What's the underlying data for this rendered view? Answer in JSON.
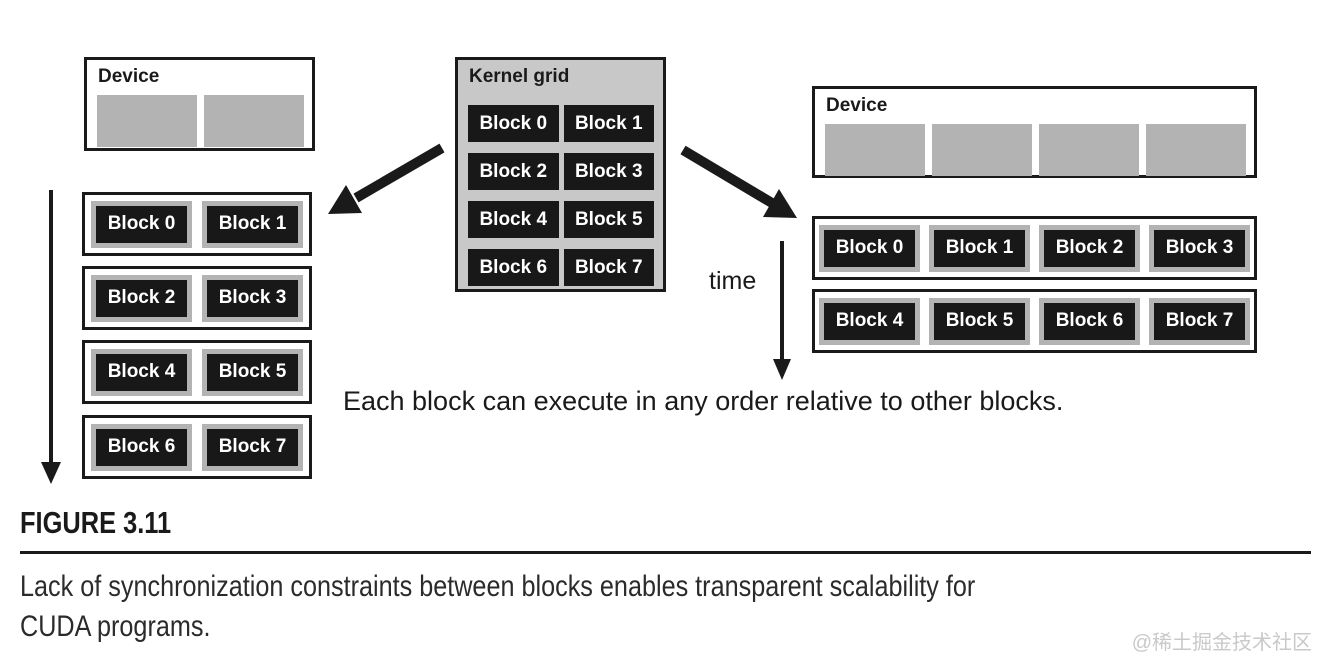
{
  "colors": {
    "ink": "#1a1a1a",
    "block_fill": "#181818",
    "block_text": "#ffffff",
    "sm_gray": "#b3b3b3",
    "kernel_grid_bg": "#c8c8c8",
    "watermark_gray": "#c9c9c9"
  },
  "kernel_grid": {
    "title": "Kernel grid",
    "blocks": [
      "Block 0",
      "Block 1",
      "Block 2",
      "Block 3",
      "Block 4",
      "Block 5",
      "Block 6",
      "Block 7"
    ]
  },
  "two_sm_device": {
    "title": "Device",
    "sm_count": 2,
    "schedule_rows": [
      [
        "Block 0",
        "Block 1"
      ],
      [
        "Block 2",
        "Block 3"
      ],
      [
        "Block 4",
        "Block 5"
      ],
      [
        "Block 6",
        "Block 7"
      ]
    ]
  },
  "four_sm_device": {
    "title": "Device",
    "sm_count": 4,
    "schedule_rows": [
      [
        "Block 0",
        "Block 1",
        "Block 2",
        "Block 3"
      ],
      [
        "Block 4",
        "Block 5",
        "Block 6",
        "Block 7"
      ]
    ]
  },
  "labels": {
    "time": "time",
    "annotation": "Each block can execute in any order relative to other blocks."
  },
  "figure": {
    "label": "FIGURE 3.11",
    "caption_lines": [
      "Lack of synchronization constraints between blocks enables transparent scalability for",
      "CUDA programs."
    ]
  },
  "watermark": "@稀土掘金技术社区"
}
